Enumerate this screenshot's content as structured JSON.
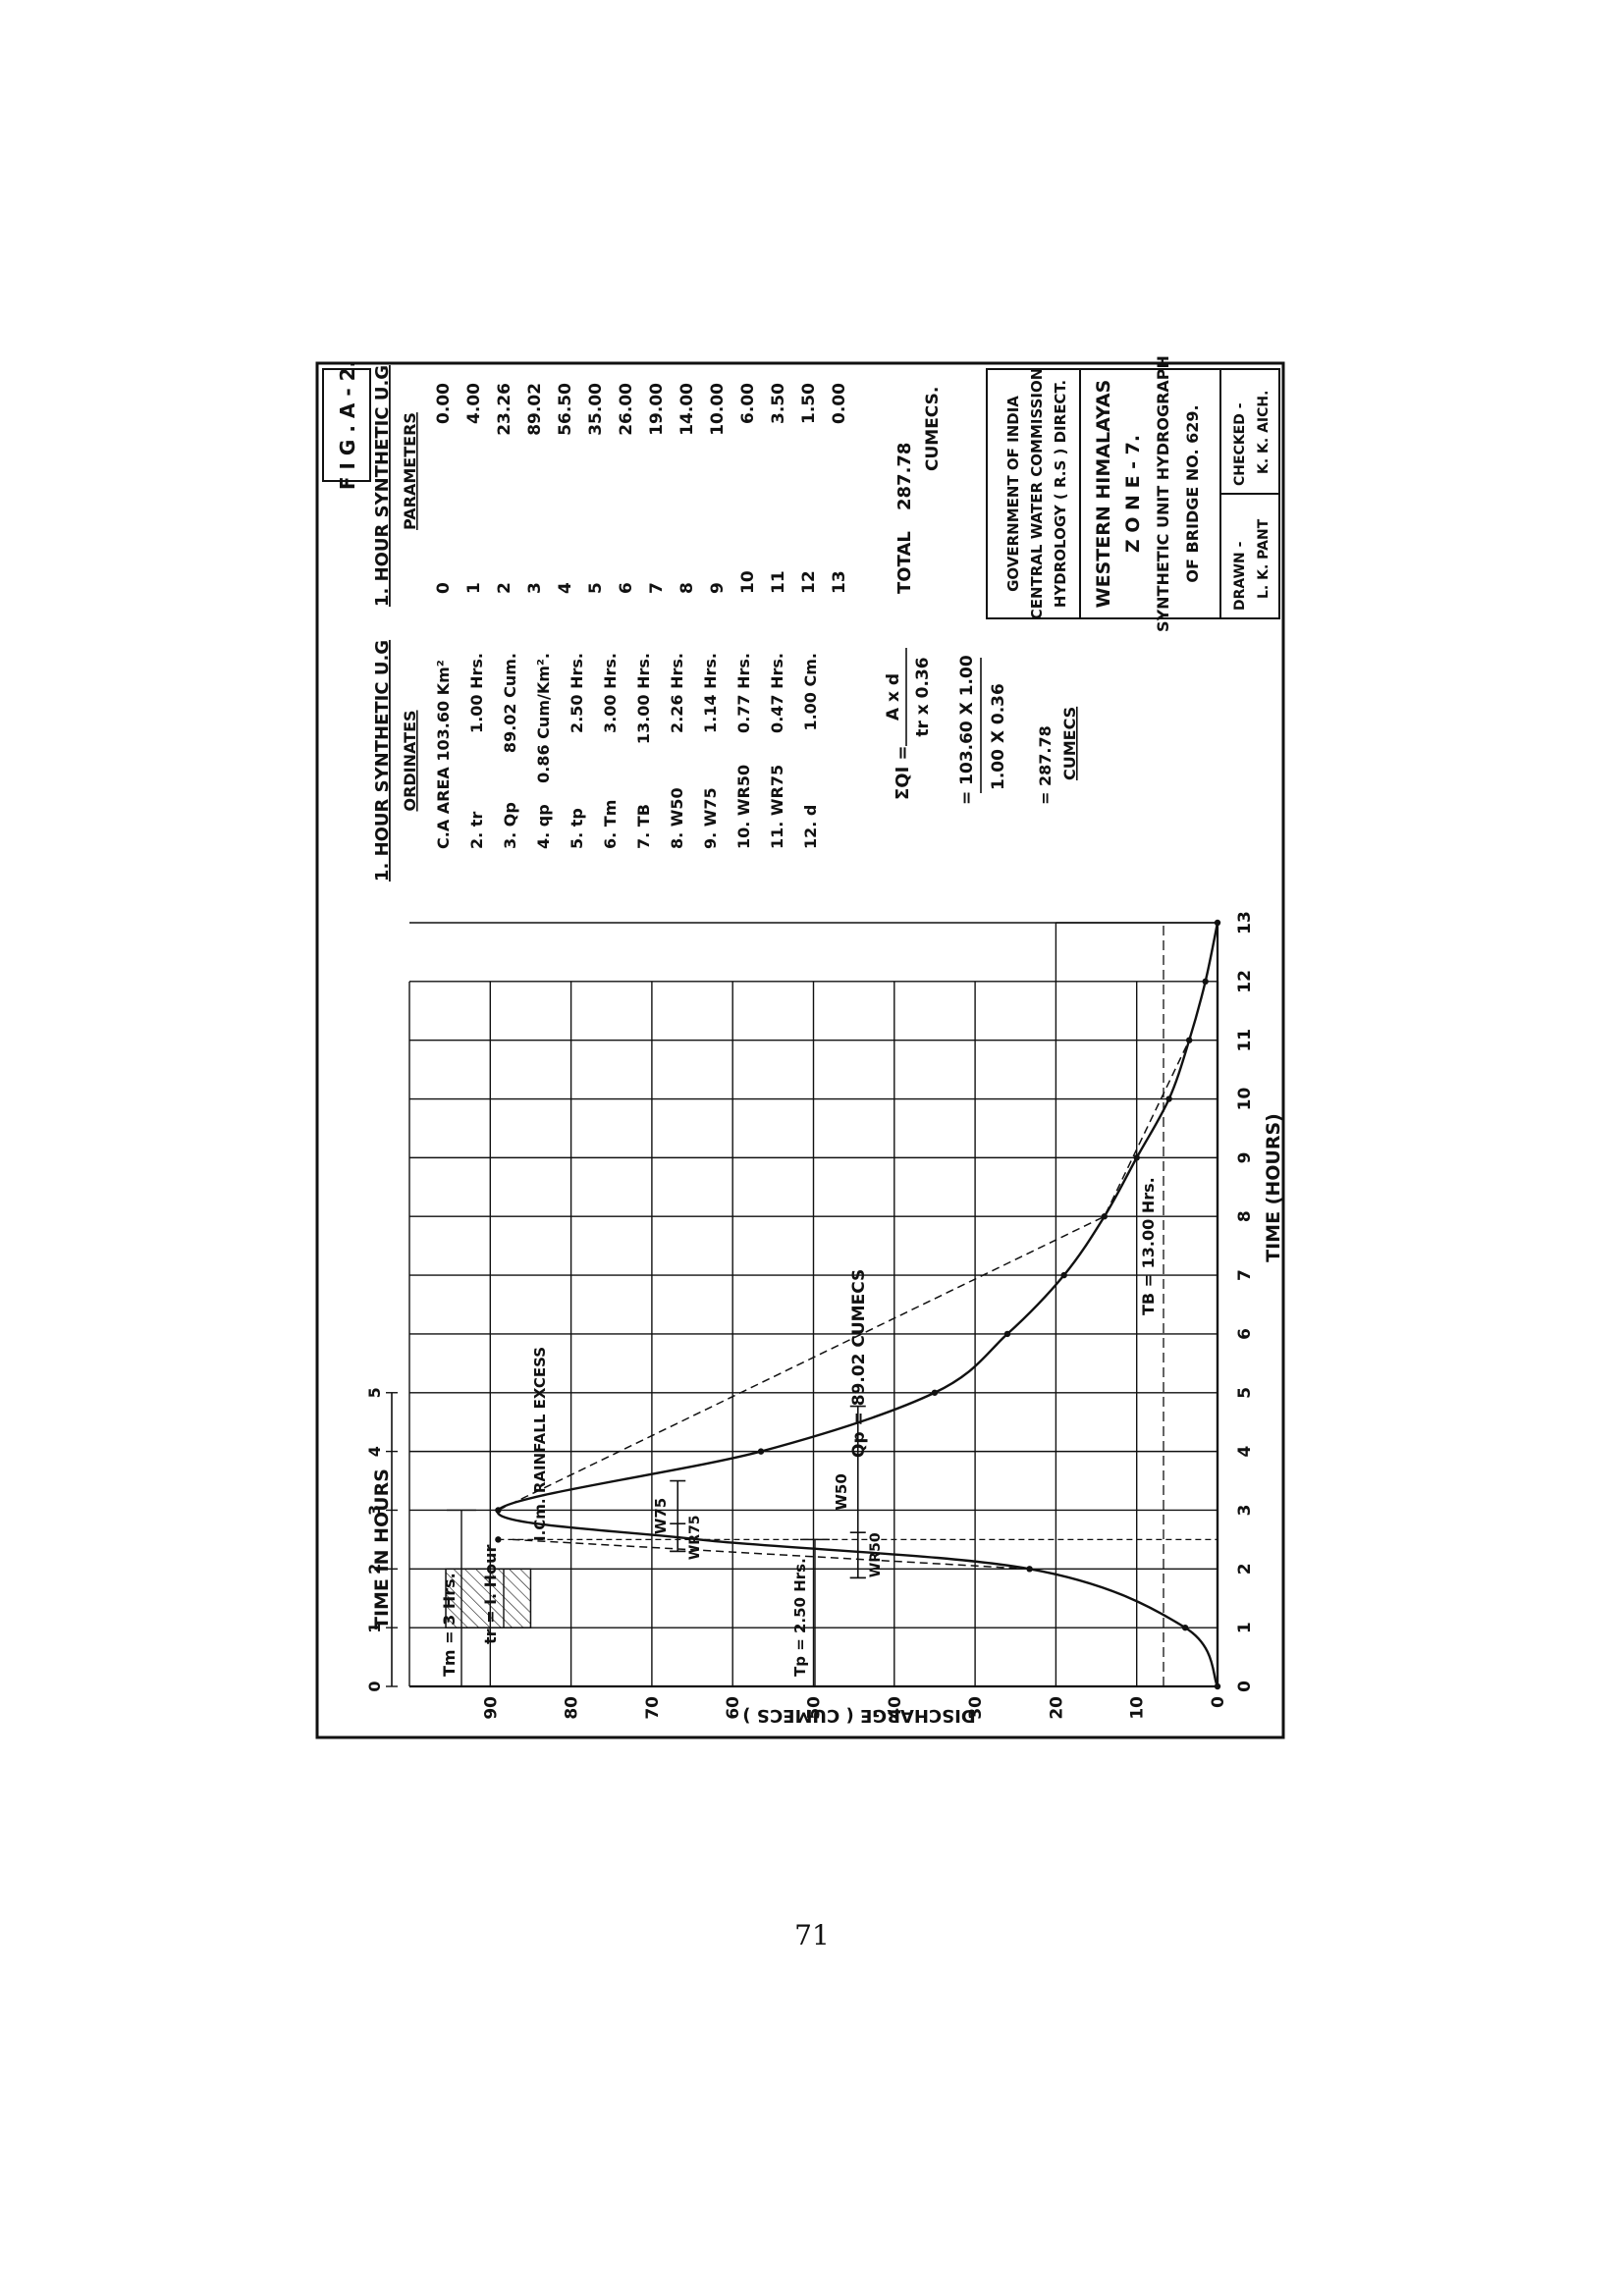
{
  "figure_label": "F I G . A - 2.",
  "page_number": "71",
  "chart_data": {
    "type": "line",
    "series_name": "",
    "x": [
      0,
      1,
      2,
      3,
      4,
      5,
      6,
      7,
      8,
      9,
      10,
      11,
      12,
      13
    ],
    "y": [
      0.0,
      4.0,
      23.26,
      89.02,
      56.5,
      35.0,
      26.0,
      19.0,
      14.0,
      10.0,
      6.0,
      3.5,
      1.5,
      0.0
    ],
    "peak": {
      "x": 2.5,
      "y": 89.02
    },
    "xlim": [
      0,
      13
    ],
    "ylim": [
      0,
      100
    ],
    "x_ticks": [
      "0",
      "1",
      "2",
      "3",
      "4",
      "5",
      "6",
      "7",
      "8",
      "9",
      "10",
      "11",
      "12",
      "13"
    ],
    "y_ticks": [
      "0",
      "10",
      "20",
      "30",
      "40",
      "50",
      "60",
      "70",
      "80",
      "90"
    ],
    "xlabel": "TIME (HOURS)",
    "ylabel": "DISCHARGE ( CUMECS )",
    "top_axis_label": "TIME IN HOURS",
    "top_ticks": [
      "0",
      "1",
      "2",
      "3",
      "4",
      "5"
    ],
    "grid": true,
    "widths": {
      "W50": {
        "from": 1.85,
        "to": 4.77,
        "level": 44.5
      },
      "W75": {
        "from": 2.3,
        "to": 3.5,
        "level": 66.8
      },
      "WR50": {
        "from": 1.85,
        "to": 2.62,
        "level": 44.5
      },
      "WR75": {
        "from": 2.3,
        "to": 2.77,
        "level": 66.8
      }
    },
    "annotations": {
      "tm": "Tm = 3 Hrs.",
      "tr": "tr = I. Hour",
      "rainfall": "I.Cm. RAINFALL EXCESS",
      "tp": "Tp = 2.50 Hrs.",
      "qp": "Qp = 89.02 CUMECS",
      "w75": "W75",
      "w50": "W50",
      "wr75": "WR75",
      "wr50": "WR50",
      "tb": "TB = 13.00 Hrs."
    }
  },
  "ordinates": {
    "heading": "1. HOUR SYNTHETIC U.G",
    "subheading": "ORDINATES",
    "rows": [
      {
        "label": "C.A AREA 103.60 Km²",
        "value": ""
      },
      {
        "label": "2. tr",
        "value": "1.00 Hrs."
      },
      {
        "label": "3. Qp",
        "value": "89.02 Cum."
      },
      {
        "label": "4. qp",
        "value": "0.86 Cum/Km²."
      },
      {
        "label": "5. tp",
        "value": "2.50 Hrs."
      },
      {
        "label": "6. Tm",
        "value": "3.00 Hrs."
      },
      {
        "label": "7. TB",
        "value": "13.00 Hrs."
      },
      {
        "label": "8. W50",
        "value": "2.26 Hrs."
      },
      {
        "label": "9. W75",
        "value": "1.14 Hrs."
      },
      {
        "label": "10. WR50",
        "value": "0.77 Hrs."
      },
      {
        "label": "11. WR75",
        "value": "0.47 Hrs."
      },
      {
        "label": "12. d",
        "value": "1.00 Cm."
      }
    ],
    "formula_lhs": "ΣQI =",
    "formula_num": "A x d",
    "formula_den": "tr x 0.36",
    "calc_num": "= 103.60 X 1.00",
    "calc_den": "1.00 X 0.36",
    "result": "= 287.78",
    "result_unit": "CUMECS"
  },
  "parameters": {
    "heading": "1. HOUR SYNTHETIC U.G",
    "subheading": "PARAMETERS",
    "rows": [
      {
        "t": "0",
        "q": "0.00"
      },
      {
        "t": "1",
        "q": "4.00"
      },
      {
        "t": "2",
        "q": "23.26"
      },
      {
        "t": "3",
        "q": "89.02"
      },
      {
        "t": "4",
        "q": "56.50"
      },
      {
        "t": "5",
        "q": "35.00"
      },
      {
        "t": "6",
        "q": "26.00"
      },
      {
        "t": "7",
        "q": "19.00"
      },
      {
        "t": "8",
        "q": "14.00"
      },
      {
        "t": "9",
        "q": "10.00"
      },
      {
        "t": "10",
        "q": "6.00"
      },
      {
        "t": "11",
        "q": "3.50"
      },
      {
        "t": "12",
        "q": "1.50"
      },
      {
        "t": "13",
        "q": "0.00"
      }
    ],
    "total_label": "TOTAL",
    "total_value": "287.78",
    "total_unit": "CUMECS."
  },
  "title_block": {
    "org1": "GOVERNMENT OF INDIA",
    "org2": "CENTRAL WATER COMMISSION",
    "org3": "HYDROLOGY ( R.S ) DIRECT.",
    "region": "WESTERN HIMALAYAS",
    "zone": "Z O N E - 7.",
    "title1": "SYNTHETIC UNIT HYDROGRAPH",
    "title2": "OF BRIDGE NO. 629.",
    "drawn_label": "DRAWN -",
    "drawn_name": "L. K. PANT",
    "checked_label": "CHECKED -",
    "checked_name": "K. K. AICH."
  }
}
